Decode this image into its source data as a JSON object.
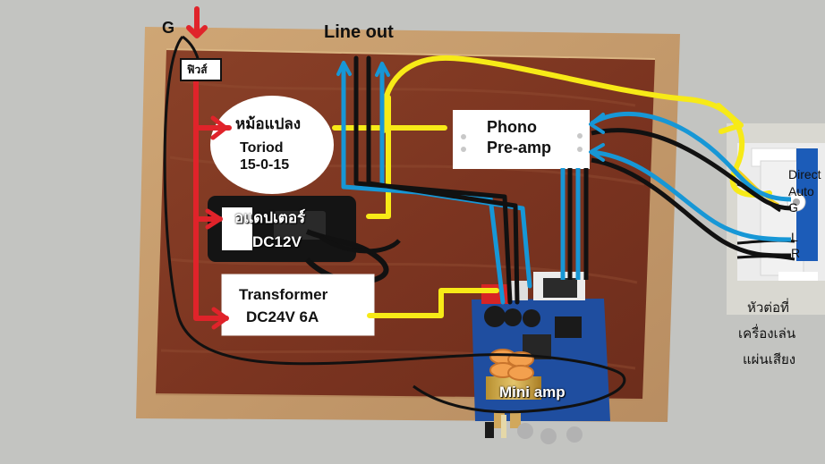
{
  "labels": {
    "ground": "G",
    "fuse": "ฟิวส์",
    "line_out": "Line out",
    "transformer_thai": "หม้อแปลง",
    "transformer_type": "Toriod",
    "transformer_voltage": "15-0-15",
    "adapter_thai": "อแดปเตอร์",
    "adapter_voltage": "DC12V",
    "psu_title": "Transformer",
    "psu_rating": "DC24V 6A",
    "phono_line1": "Phono",
    "phono_line2": "Pre-amp",
    "mini_amp": "Mini amp",
    "terminal_direct": "Direct",
    "terminal_auto": "Auto",
    "terminal_g": "G",
    "terminal_l": "L",
    "terminal_r": "R",
    "player_line1": "หัวต่อที่",
    "player_line2": "เครื่องเล่น",
    "player_line3": "แผ่นเสียง"
  },
  "colors": {
    "wire_red": "#e0232a",
    "wire_yellow": "#f7ea17",
    "wire_blue": "#1797d6",
    "wire_black": "#111111",
    "board_blue": "#1f4ea0",
    "wood": "#c99d6e",
    "panel": "#7f3823"
  }
}
